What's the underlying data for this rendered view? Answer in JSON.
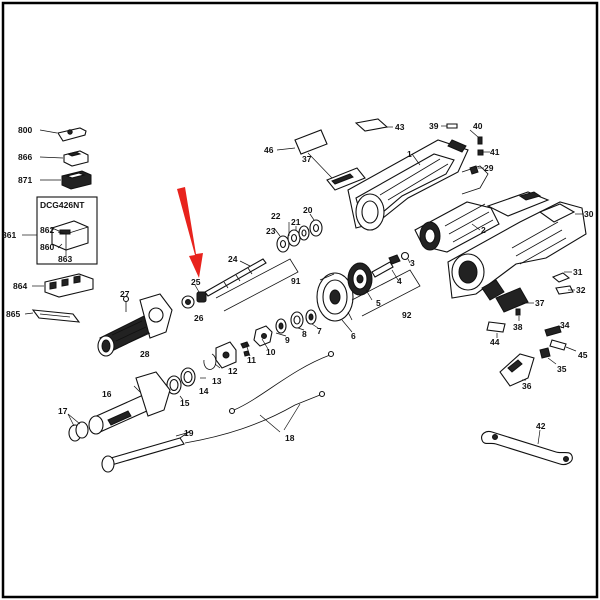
{
  "diagram": {
    "model_code": "DCG426NT",
    "callouts": [
      {
        "id": "c800",
        "text": "800"
      },
      {
        "id": "c866",
        "text": "866"
      },
      {
        "id": "c871",
        "text": "871"
      },
      {
        "id": "c861",
        "text": "861"
      },
      {
        "id": "c862",
        "text": "862"
      },
      {
        "id": "c860",
        "text": "860"
      },
      {
        "id": "c863",
        "text": "863"
      },
      {
        "id": "c864",
        "text": "864"
      },
      {
        "id": "c865",
        "text": "865"
      },
      {
        "id": "c46",
        "text": "46"
      },
      {
        "id": "c43",
        "text": "43"
      },
      {
        "id": "c39",
        "text": "39"
      },
      {
        "id": "c40",
        "text": "40"
      },
      {
        "id": "c41",
        "text": "41"
      },
      {
        "id": "c29",
        "text": "29"
      },
      {
        "id": "c1",
        "text": "1"
      },
      {
        "id": "c37a",
        "text": "37"
      },
      {
        "id": "c30",
        "text": "30"
      },
      {
        "id": "c2",
        "text": "2"
      },
      {
        "id": "c22",
        "text": "22"
      },
      {
        "id": "c21",
        "text": "21"
      },
      {
        "id": "c20",
        "text": "20"
      },
      {
        "id": "c23",
        "text": "23"
      },
      {
        "id": "c24",
        "text": "24"
      },
      {
        "id": "c25",
        "text": "25"
      },
      {
        "id": "c26",
        "text": "26"
      },
      {
        "id": "c27",
        "text": "27"
      },
      {
        "id": "c28",
        "text": "28"
      },
      {
        "id": "c91",
        "text": "91"
      },
      {
        "id": "c3",
        "text": "3"
      },
      {
        "id": "c4",
        "text": "4"
      },
      {
        "id": "c5",
        "text": "5"
      },
      {
        "id": "c92",
        "text": "92"
      },
      {
        "id": "c6",
        "text": "6"
      },
      {
        "id": "c7",
        "text": "7"
      },
      {
        "id": "c8",
        "text": "8"
      },
      {
        "id": "c9",
        "text": "9"
      },
      {
        "id": "c10",
        "text": "10"
      },
      {
        "id": "c11",
        "text": "11"
      },
      {
        "id": "c12",
        "text": "12"
      },
      {
        "id": "c13",
        "text": "13"
      },
      {
        "id": "c14",
        "text": "14"
      },
      {
        "id": "c15",
        "text": "15"
      },
      {
        "id": "c16",
        "text": "16"
      },
      {
        "id": "c17",
        "text": "17"
      },
      {
        "id": "c18",
        "text": "18"
      },
      {
        "id": "c19",
        "text": "19"
      },
      {
        "id": "c31",
        "text": "31"
      },
      {
        "id": "c32",
        "text": "32"
      },
      {
        "id": "c37b",
        "text": "37"
      },
      {
        "id": "c38",
        "text": "38"
      },
      {
        "id": "c44",
        "text": "44"
      },
      {
        "id": "c34",
        "text": "34"
      },
      {
        "id": "c45",
        "text": "45"
      },
      {
        "id": "c35",
        "text": "35"
      },
      {
        "id": "c36",
        "text": "36"
      },
      {
        "id": "c42",
        "text": "42"
      }
    ],
    "highlight_color": "#e8231d",
    "ink_color": "#111111"
  }
}
